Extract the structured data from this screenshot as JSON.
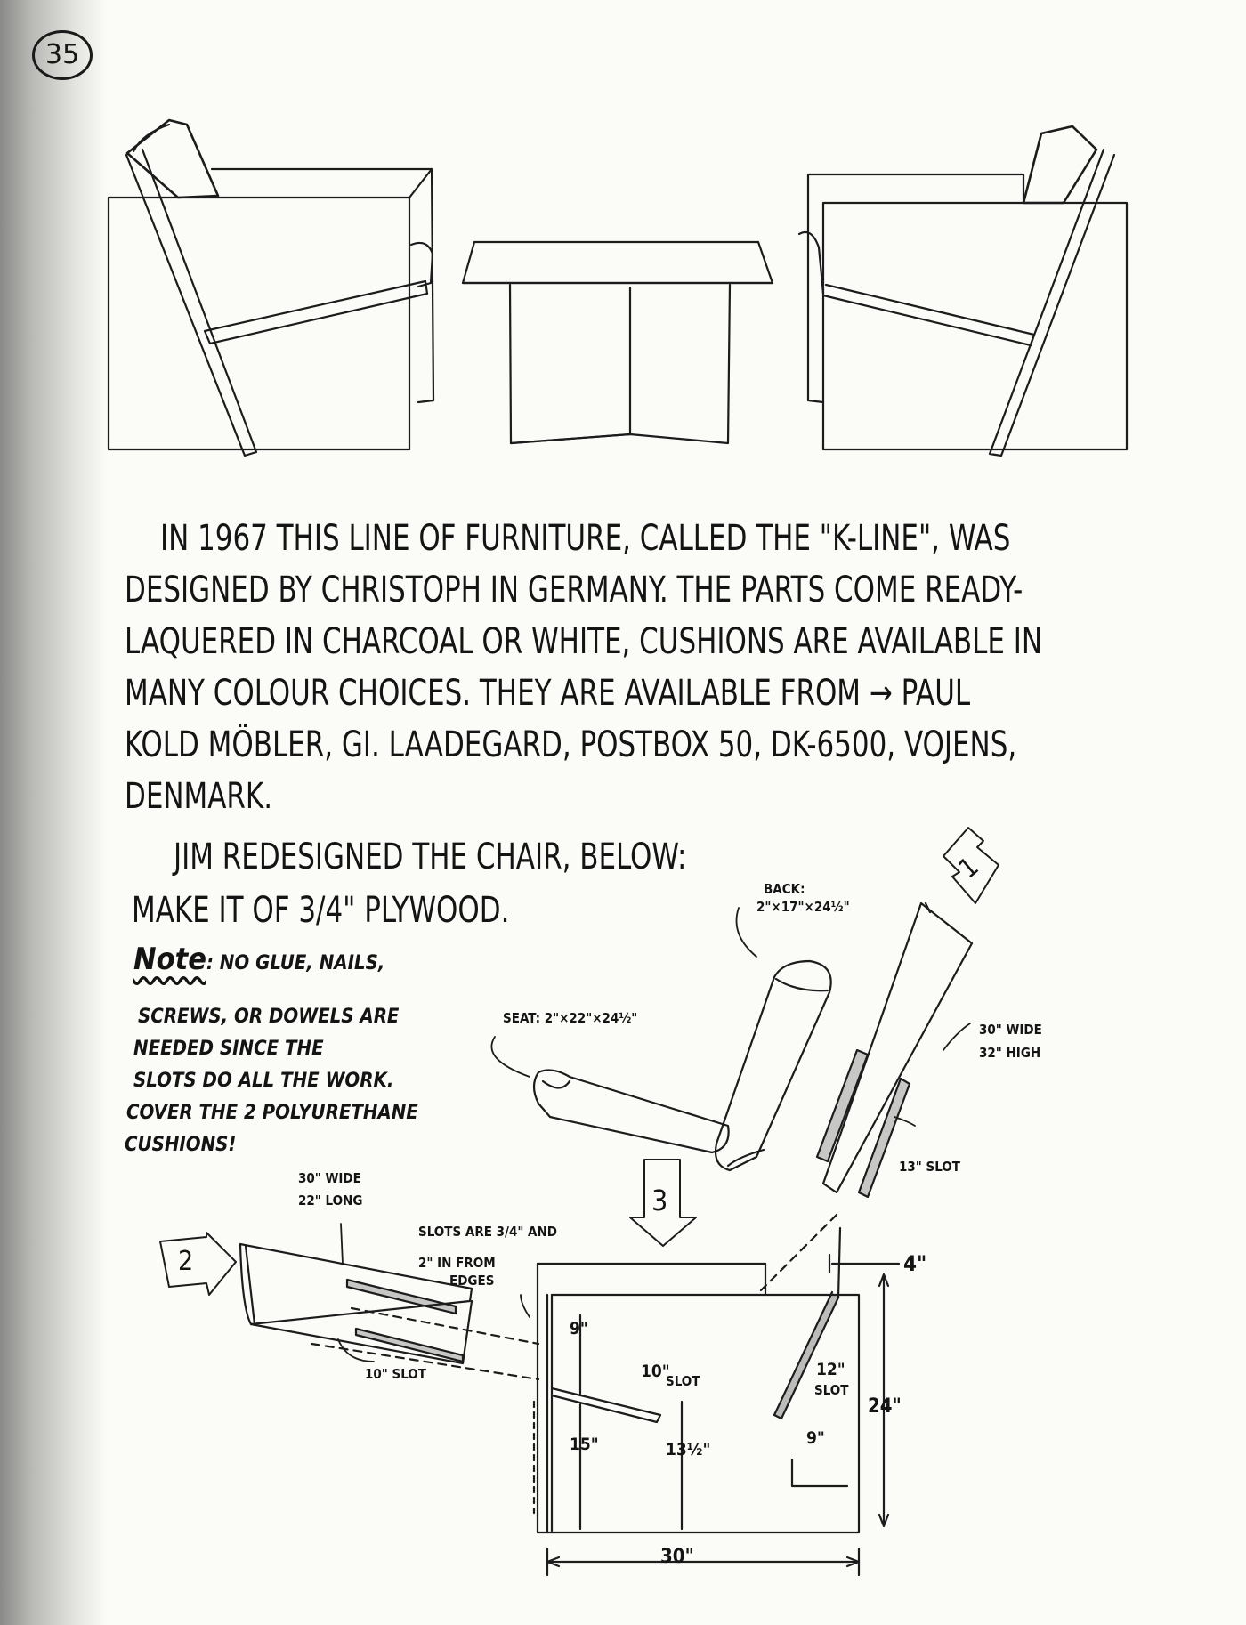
{
  "page_number": "35",
  "intro_lines": [
    "IN 1967 THIS LINE OF FURNITURE, CALLED THE \"K-LINE\", WAS",
    "DESIGNED BY CHRISTOPH IN GERMANY. THE PARTS COME READY-",
    "LAQUERED IN CHARCOAL or WHITE, CUSHIONS ARE AVAILABLE IN",
    "MANY COLOUR CHOICES. THEY ARE AVAILABLE FROM → PAUL",
    "KOLD MÖBLER, GI. LAADEGARD, POSTBOX 50, DK-6500, VOJENS,",
    "DENMARK."
  ],
  "redesign_lines": [
    "JIM REDESIGNED THE CHAIR, BELOW:",
    "MAKE IT OF 3/4\" PLYWOOD."
  ],
  "note": {
    "label": "Note",
    "first": ": NO GLUE, NAILS,",
    "lines": [
      "SCREWS, OR DOWELS ARE",
      "NEEDED SINCE THE",
      "SLOTS DO ALL THE WORK.",
      "COVER THE 2 POLYURETHANE",
      "CUSHIONS!"
    ]
  },
  "labels": {
    "back_title": "BACK:",
    "back_dims": "2\"×17\"×24½\"",
    "seat": "SEAT: 2\"×22\"×24½\"",
    "back_panel_wide": "30\" WIDE",
    "back_panel_high": "32\" HIGH",
    "slot_13": "13\" SLOT",
    "seat_panel_wide": "30\" WIDE",
    "seat_panel_long": "22\" LONG",
    "slots_note_1": "SLOTS ARE 3/4\" AND",
    "slots_note_2": "2\" IN FROM",
    "slots_note_3": "EDGES",
    "slot_10_a": "10\" SLOT",
    "arrow_1": "1",
    "arrow_2": "2",
    "arrow_3": "3"
  },
  "dimensions": {
    "d9_top": "9\"",
    "d10_slot_num": "10\"",
    "d10_slot_word": "SLOT",
    "d15": "15\"",
    "d13_5": "13½\"",
    "d4": "4\"",
    "d12_num": "12\"",
    "d12_word": "SLOT",
    "d9_right": "9\"",
    "d24": "24\"",
    "d30": "30\""
  }
}
